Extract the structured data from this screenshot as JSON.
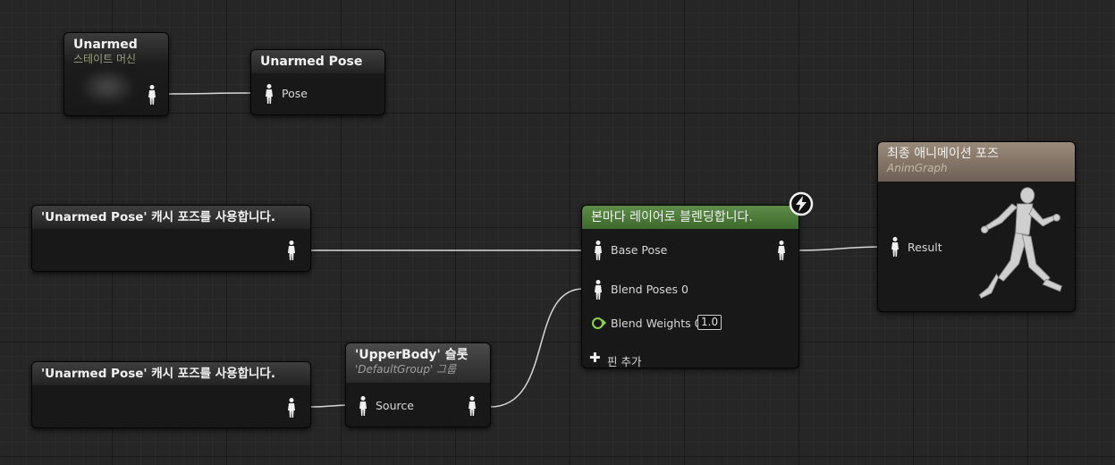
{
  "graph": {
    "state_machine": {
      "title": "Unarmed",
      "subtitle": "스테이트 머신"
    },
    "save_cache_pose": {
      "title": "Unarmed Pose",
      "pin_label": "Pose"
    },
    "use_cache_1": {
      "title": "'Unarmed Pose' 캐시 포즈를 사용합니다."
    },
    "use_cache_2": {
      "title": "'Unarmed Pose' 캐시 포즈를 사용합니다."
    },
    "slot": {
      "title": "'UpperBody' 슬롯",
      "subtitle": "'DefaultGroup' 그룹",
      "pin_label": "Source"
    },
    "layered_blend": {
      "title": "본마다 레이어로 블렌딩합니다.",
      "pins": {
        "base_pose": "Base Pose",
        "blend_poses": "Blend Poses 0",
        "blend_weights": "Blend Weights 0",
        "blend_weights_value": "1.0"
      },
      "add_pin": "핀 추가"
    },
    "final_pose": {
      "title": "최종 애니메이션 포즈",
      "subtitle": "AnimGraph",
      "pin_label": "Result"
    }
  },
  "colors": {
    "header_green": "#4d7a3a",
    "header_tan": "#8a7a6a",
    "wire": "#d8d8d8",
    "float_pin": "#8fd14f",
    "grid_major": "#1a1a1a",
    "grid_minor": "#2c2c2c"
  },
  "icons": {
    "pose_pin": "pose-pin-icon",
    "float_pin": "float-pin-icon",
    "add": "plus-icon",
    "fast_path": "lightning-icon",
    "mannequin": "mannequin-icon"
  }
}
